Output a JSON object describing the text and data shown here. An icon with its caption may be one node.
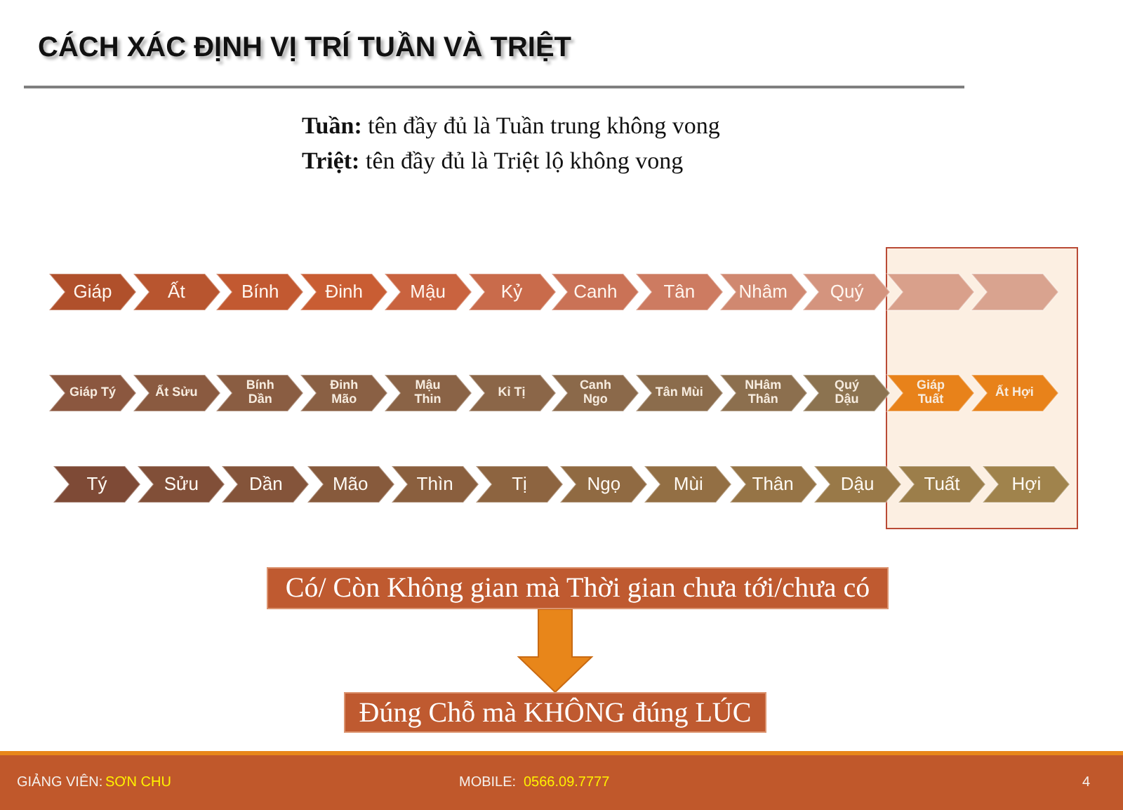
{
  "diagram": {
    "title": "CÁCH XÁC ĐỊNH VỊ TRÍ TUẦN VÀ TRIỆT",
    "nodes": [
      {
        "text": [
          "Giáp"
        ]
      },
      {
        "text": [
          "Ất"
        ]
      },
      {
        "text": [
          "Bính"
        ]
      },
      {
        "text": [
          "Đinh"
        ]
      },
      {
        "text": [
          "Mậu"
        ]
      },
      {
        "text": [
          "Kỷ"
        ]
      },
      {
        "text": [
          "Canh"
        ]
      },
      {
        "text": [
          "Tân"
        ]
      },
      {
        "text": [
          "Nhâm"
        ]
      },
      {
        "text": [
          "Quý"
        ]
      },
      {
        "text": [],
        "shape": "chevron"
      },
      {
        "text": [],
        "shape": "chevron"
      },
      {
        "text": [
          "Giáp Tý"
        ]
      },
      {
        "text": [
          "Ất Sửu"
        ]
      },
      {
        "text": [
          "Bính Dần"
        ]
      },
      {
        "text": [
          "Đinh Mão"
        ]
      },
      {
        "text": [
          "Mậu Thin"
        ]
      },
      {
        "text": [
          "Kỉ Tị"
        ]
      },
      {
        "text": [
          "Canh Ngo"
        ]
      },
      {
        "text": [
          "Tân Mùi"
        ]
      },
      {
        "text": [
          "NHâm Thân"
        ]
      },
      {
        "text": [
          "Quý Dậu"
        ]
      },
      {
        "text": [
          "Giáp Tuất"
        ]
      },
      {
        "text": [
          "Ất Hợi"
        ]
      },
      {
        "text": [
          "Tý"
        ]
      },
      {
        "text": [
          "Sửu"
        ]
      },
      {
        "text": [
          "Dần"
        ]
      },
      {
        "text": [
          "Mão"
        ]
      },
      {
        "text": [
          "Thìn"
        ]
      },
      {
        "text": [
          "Tị"
        ]
      },
      {
        "text": [
          "Ngọ"
        ]
      },
      {
        "text": [
          "Mùi"
        ]
      },
      {
        "text": [
          "Thân"
        ]
      },
      {
        "text": [
          "Dậu"
        ]
      },
      {
        "text": [
          "Tuất"
        ]
      },
      {
        "text": [
          "Hợi"
        ]
      },
      {
        "text": [
          "Có/ Còn Không gian mà Thời gian chưa tới/chưa có"
        ]
      },
      {
        "text": [
          "Đúng Chỗ mà KHÔNG đúng LÚC"
        ]
      }
    ],
    "edges": [
      {
        "from": 36,
        "to": 37,
        "arrow": "to"
      }
    ],
    "labels": [
      "**Tuần:** tên đầy đủ là Tuần trung không vong",
      "**Triệt:** tên đầy đủ là Triệt lộ không vong",
      "GIẢNG VIÊN:",
      "SƠN CHU",
      "MOBILE:",
      "0566.09.7777",
      "4"
    ]
  }
}
